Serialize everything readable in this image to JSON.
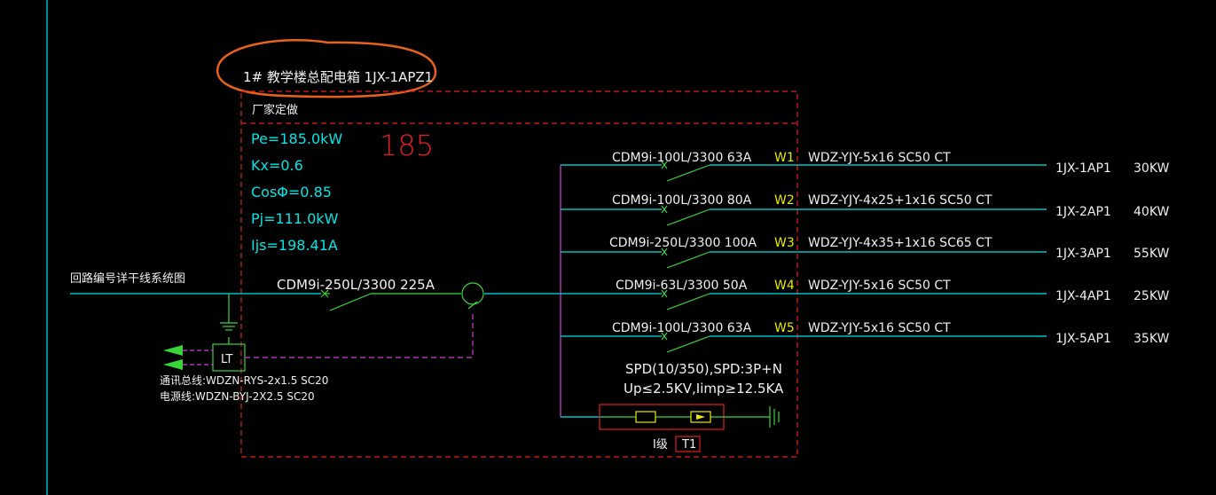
{
  "title": "1# 教学楼总配电箱 1JX-1APZ1",
  "box_label": "厂家定做",
  "big_number": "185",
  "params": [
    "Pe=185.0kW",
    "Kx=0.6",
    "CosΦ=0.85",
    "Pj=111.0kW",
    "Ijs=198.41A"
  ],
  "incoming": {
    "label": "回路编号详干线系统图",
    "breaker": "CDM9i-250L/3300 225A"
  },
  "circuits": [
    {
      "breaker": "CDM9i-100L/3300 63A",
      "id": "W1",
      "cable": "WDZ-YJY-5x16 SC50 CT",
      "dest": "1JX-1AP1",
      "power": "30KW"
    },
    {
      "breaker": "CDM9i-100L/3300 80A",
      "id": "W2",
      "cable": "WDZ-YJY-4x25+1x16 SC50 CT",
      "dest": "1JX-2AP1",
      "power": "40KW"
    },
    {
      "breaker": "CDM9i-250L/3300 100A",
      "id": "W3",
      "cable": "WDZ-YJY-4x35+1x16 SC65 CT",
      "dest": "1JX-3AP1",
      "power": "55KW"
    },
    {
      "breaker": "CDM9i-63L/3300 50A",
      "id": "W4",
      "cable": "WDZ-YJY-5x16 SC50 CT",
      "dest": "1JX-4AP1",
      "power": "25KW"
    },
    {
      "breaker": "CDM9i-100L/3300 63A",
      "id": "W5",
      "cable": "WDZ-YJY-5x16 SC50 CT",
      "dest": "1JX-5AP1",
      "power": "35KW"
    }
  ],
  "spd": {
    "line1": "SPD(10/350),SPD:3P+N",
    "line2": "Up≤2.5KV,Iimp≥12.5KA",
    "level": "I级",
    "tag": "T1"
  },
  "lt": {
    "label": "LT",
    "note1": "通讯总线:WDZN-RYS-2x1.5 SC20",
    "note2": "电源线:WDZN-BYJ-2X2.5 SC20"
  },
  "colors": {
    "background": "#000000",
    "cyan": "#00e6e6",
    "green": "#39d639",
    "red": "#e02020",
    "magenta": "#d040d0",
    "orange": "#e8621e",
    "yellow": "#e8e800",
    "white": "#f0f0f0"
  }
}
